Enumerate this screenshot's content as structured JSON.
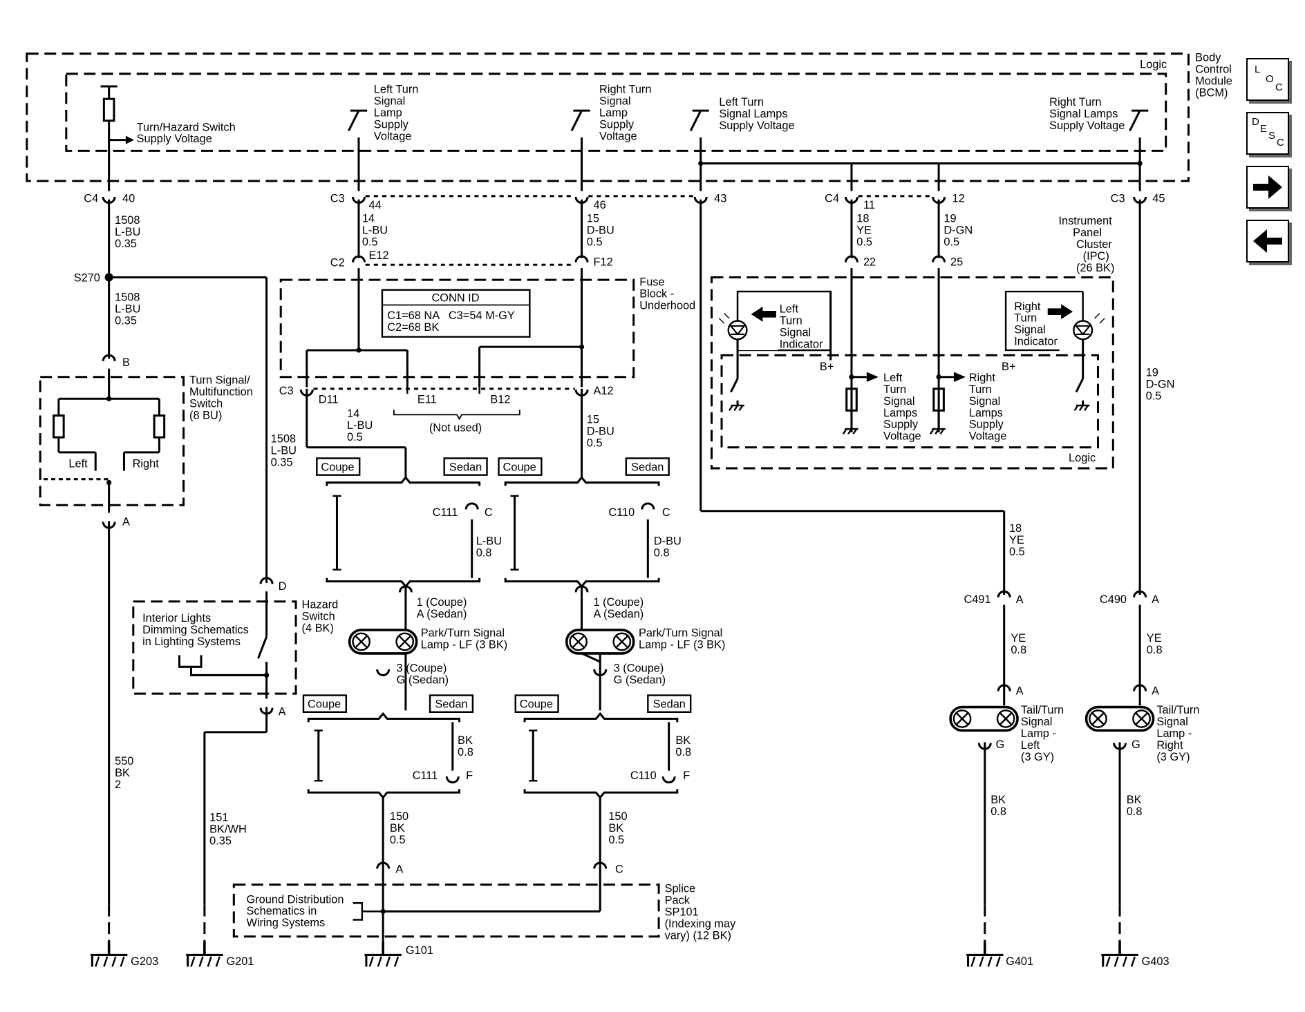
{
  "bcm": {
    "name": [
      "Body",
      "Control",
      "Module",
      "(BCM)"
    ],
    "logic": "Logic"
  },
  "bcm_functions": {
    "turn_hazard": [
      "Turn/Hazard Switch",
      "Supply Voltage"
    ],
    "left_lamp_supply": [
      "Left Turn",
      "Signal",
      "Lamp",
      "Supply",
      "Voltage"
    ],
    "right_lamp_supply": [
      "Right Turn",
      "Signal",
      "Lamp",
      "Supply",
      "Voltage"
    ],
    "left_lamps_supply": [
      "Left Turn",
      "Signal Lamps",
      "Supply Voltage"
    ],
    "right_lamps_supply": [
      "Right Turn",
      "Signal Lamps",
      "Supply Voltage"
    ]
  },
  "connectors": {
    "c4": "C4",
    "c3": "C3",
    "c2": "C2",
    "p40": "40",
    "p44": "44",
    "p46": "46",
    "p43": "43",
    "p11": "11",
    "p12": "12",
    "p45": "45",
    "e12": "E12",
    "f12": "F12",
    "p22": "22",
    "p25": "25",
    "d11": "D11",
    "e11": "E11",
    "b12": "B12",
    "a12": "A12",
    "not_used": "(Not used)",
    "b": "B",
    "a": "A",
    "c": "C",
    "d": "D",
    "f": "F",
    "g": "G",
    "c111": "C111",
    "c110": "C110",
    "c491": "C491",
    "c490": "C490",
    "s270": "S270"
  },
  "wires": {
    "w1508": [
      "1508",
      "L-BU",
      "0.35"
    ],
    "w14": [
      "14",
      "L-BU",
      "0.5"
    ],
    "w15": [
      "15",
      "D-BU",
      "0.5"
    ],
    "w18": [
      "18",
      "YE",
      "0.5"
    ],
    "w19": [
      "19",
      "D-GN",
      "0.5"
    ],
    "w550": [
      "550",
      "BK",
      "2"
    ],
    "w151": [
      "151",
      "BK/WH",
      "0.35"
    ],
    "w150": [
      "150",
      "BK",
      "0.5"
    ],
    "lbu08": [
      "L-BU",
      "0.8"
    ],
    "dbu08": [
      "D-BU",
      "0.8"
    ],
    "bk08": [
      "BK",
      "0.8"
    ],
    "ye08": [
      "YE",
      "0.8"
    ]
  },
  "fuse_block": {
    "name": [
      "Fuse",
      "Block -",
      "Underhood"
    ],
    "conn_id_title": "CONN ID",
    "conn_id_rows": [
      "C1=68 NA   C3=54 M-GY",
      "C2=68 BK"
    ]
  },
  "ipc": {
    "name": [
      "Instrument",
      "Panel",
      "Cluster",
      "(IPC)",
      "(26 BK)"
    ],
    "left_indicator": [
      "Left",
      "Turn",
      "Signal",
      "Indicator"
    ],
    "right_indicator": [
      "Right",
      "Turn",
      "Signal",
      "Indicator"
    ],
    "left_lamps": [
      "Left",
      "Turn",
      "Signal",
      "Lamps",
      "Supply",
      "Voltage"
    ],
    "right_lamps": [
      "Right",
      "Turn",
      "Signal",
      "Lamps",
      "Supply",
      "Voltage"
    ],
    "bplus": "B+",
    "logic": "Logic"
  },
  "turn_switch": {
    "name": [
      "Turn Signal/",
      "Multifunction",
      "Switch",
      "(8 BU)"
    ],
    "left": "Left",
    "right": "Right"
  },
  "hazard_switch": {
    "name": [
      "Hazard",
      "Switch",
      "(4 BK)"
    ],
    "ref": [
      "Interior Lights",
      "Dimming Schematics",
      "in Lighting Systems"
    ]
  },
  "variants": {
    "coupe": "Coupe",
    "sedan": "Sedan"
  },
  "lamps": {
    "pin_top": [
      "1 (Coupe)",
      "A (Sedan)"
    ],
    "pin_bottom": [
      "3 (Coupe)",
      "G (Sedan)"
    ],
    "park_lf": [
      "Park/Turn Signal",
      "Lamp - LF (3 BK)"
    ],
    "tail_left": [
      "Tail/Turn",
      "Signal",
      "Lamp -",
      "Left",
      "(3 GY)"
    ],
    "tail_right": [
      "Tail/Turn",
      "Signal",
      "Lamp -",
      "Right",
      "(3 GY)"
    ]
  },
  "splice": {
    "name": [
      "Splice",
      "Pack",
      "SP101",
      "(Indexing may",
      "vary) (12 BK)"
    ],
    "ref": [
      "Ground Distribution",
      "Schematics in",
      "Wiring Systems"
    ]
  },
  "grounds": {
    "g203": "G203",
    "g201": "G201",
    "g101": "G101",
    "g401": "G401",
    "g403": "G403"
  },
  "nav": {
    "loc": [
      "L",
      "O",
      "C"
    ],
    "desc": [
      "D",
      "E",
      "S",
      "C"
    ],
    "next_icon": "arrow-right-icon",
    "prev_icon": "arrow-left-icon"
  }
}
